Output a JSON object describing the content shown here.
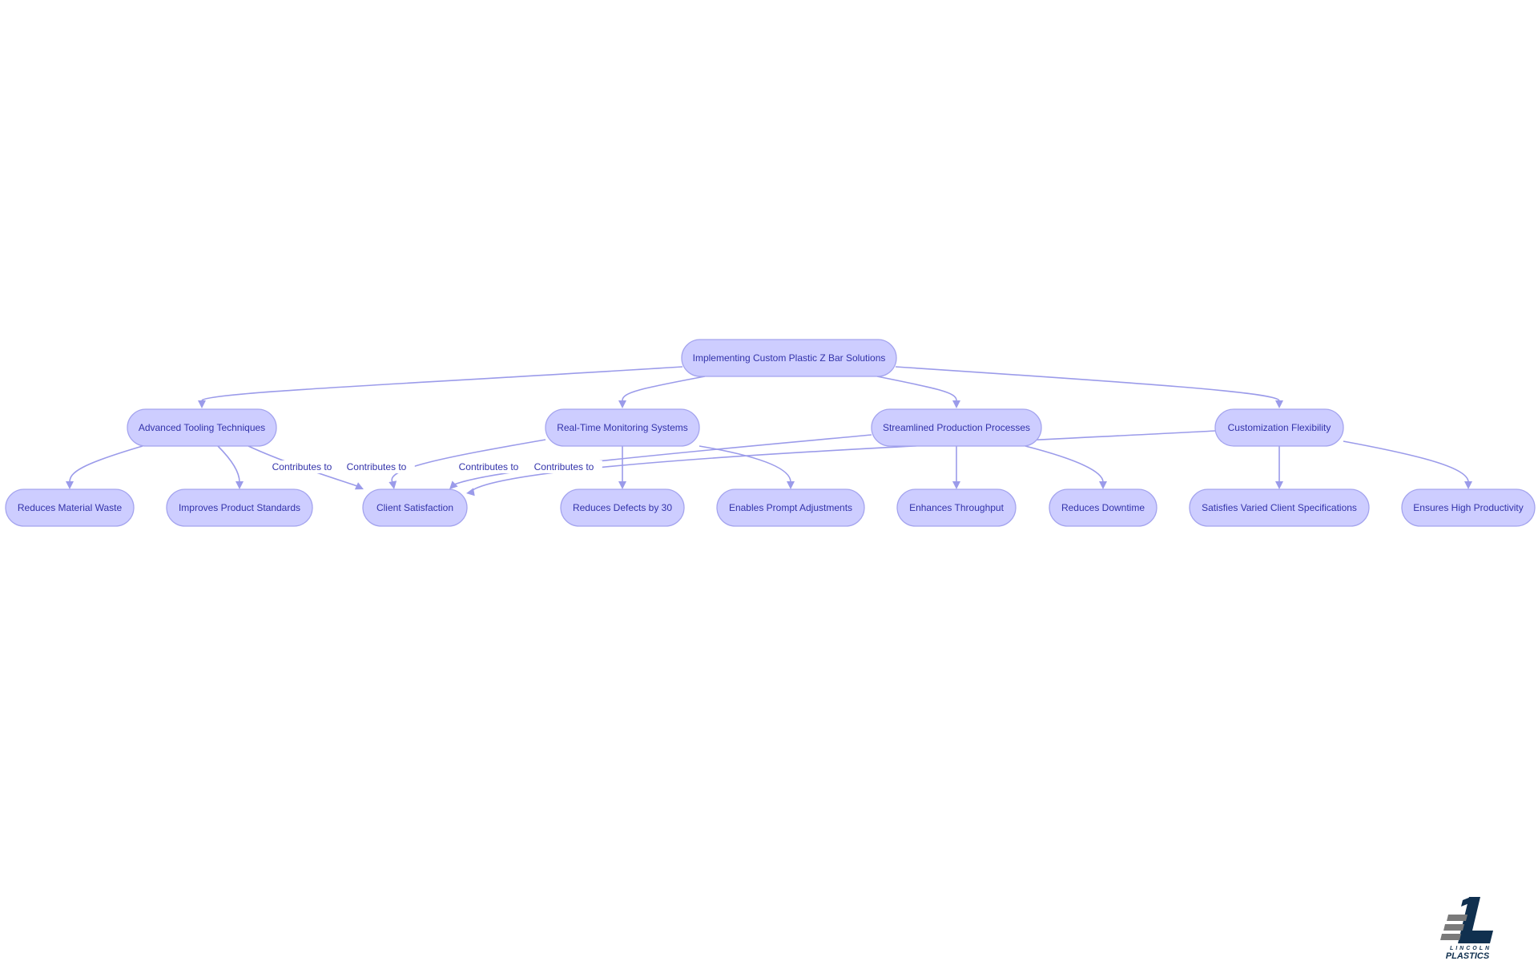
{
  "diagram": {
    "nodes": [
      {
        "id": "root",
        "label": "Implementing Custom Plastic Z Bar Solutions"
      },
      {
        "id": "adv",
        "label": "Advanced Tooling Techniques"
      },
      {
        "id": "rtm",
        "label": "Real-Time Monitoring Systems"
      },
      {
        "id": "spp",
        "label": "Streamlined Production Processes"
      },
      {
        "id": "cf",
        "label": "Customization Flexibility"
      },
      {
        "id": "rmw",
        "label": "Reduces Material Waste"
      },
      {
        "id": "ips",
        "label": "Improves Product Standards"
      },
      {
        "id": "cs",
        "label": "Client Satisfaction"
      },
      {
        "id": "rdb",
        "label": "Reduces Defects by 30"
      },
      {
        "id": "epa",
        "label": "Enables Prompt Adjustments"
      },
      {
        "id": "et",
        "label": "Enhances Throughput"
      },
      {
        "id": "rd",
        "label": "Reduces Downtime"
      },
      {
        "id": "svcs",
        "label": "Satisfies Varied Client Specifications"
      },
      {
        "id": "ehp",
        "label": "Ensures High Productivity"
      }
    ],
    "edges": [
      {
        "from": "root",
        "to": "adv",
        "label": ""
      },
      {
        "from": "root",
        "to": "rtm",
        "label": ""
      },
      {
        "from": "root",
        "to": "spp",
        "label": ""
      },
      {
        "from": "root",
        "to": "cf",
        "label": ""
      },
      {
        "from": "adv",
        "to": "rmw",
        "label": ""
      },
      {
        "from": "adv",
        "to": "ips",
        "label": ""
      },
      {
        "from": "adv",
        "to": "cs",
        "label": "Contributes to"
      },
      {
        "from": "rtm",
        "to": "rdb",
        "label": ""
      },
      {
        "from": "rtm",
        "to": "epa",
        "label": ""
      },
      {
        "from": "rtm",
        "to": "cs",
        "label": "Contributes to"
      },
      {
        "from": "spp",
        "to": "et",
        "label": ""
      },
      {
        "from": "spp",
        "to": "rd",
        "label": ""
      },
      {
        "from": "spp",
        "to": "cs",
        "label": "Contributes to"
      },
      {
        "from": "cf",
        "to": "svcs",
        "label": ""
      },
      {
        "from": "cf",
        "to": "ehp",
        "label": ""
      },
      {
        "from": "cf",
        "to": "cs",
        "label": "Contributes to"
      }
    ]
  },
  "logo": {
    "line1": "LINCOLN",
    "line2": "PLASTICS"
  },
  "colors": {
    "node_fill": "#CDCDFF",
    "node_border": "#A4A4EE",
    "edge": "#9B9BEA",
    "text": "#3333AA",
    "logo_dark": "#10304F",
    "logo_grey": "#7A7A7A"
  }
}
